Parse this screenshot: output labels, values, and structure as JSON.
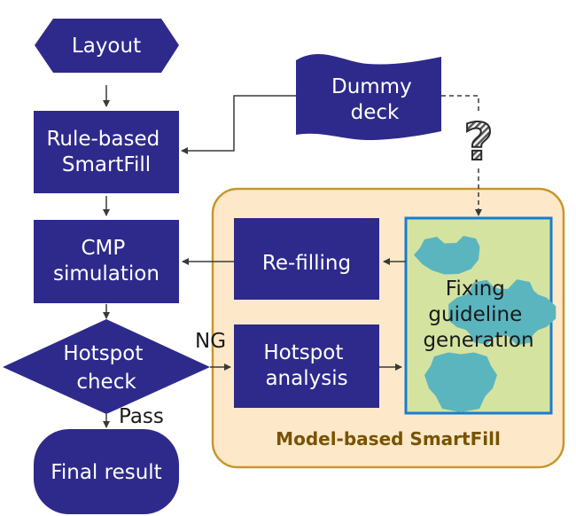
{
  "colors": {
    "node_fill": "#2e2a8c",
    "module_bg": "#fde9c9",
    "module_border": "#c8962e",
    "module_title": "#7a5200",
    "guideline_fill": "#d5e3a0",
    "guideline_border": "#1a7ccf",
    "gear_fill": "#5bb5be",
    "arrow": "#3a3a3a"
  },
  "nodes": {
    "layout": "Layout",
    "rule_based": [
      "Rule-based",
      "SmartFill"
    ],
    "cmp_simulation": [
      "CMP",
      "simulation"
    ],
    "hotspot_check": [
      "Hotspot",
      "check"
    ],
    "final_result": "Final result",
    "dummy_deck": [
      "Dummy",
      "deck"
    ],
    "refilling": "Re-filling",
    "hotspot_analysis": [
      "Hotspot",
      "analysis"
    ],
    "fixing_guideline": [
      "Fixing",
      "guideline",
      "generation"
    ]
  },
  "edge_labels": {
    "ng": "NG",
    "pass": "Pass",
    "unknown": "?"
  },
  "module": {
    "title": "Model-based SmartFill"
  }
}
